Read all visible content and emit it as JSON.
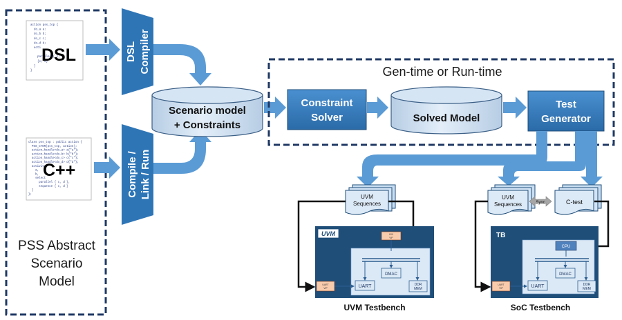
{
  "pss_label": [
    "PSS Abstract",
    "Scenario",
    "Model"
  ],
  "dsl": {
    "big_label": "DSL",
    "code": [
      "action pss_top {",
      "  do_a a;",
      "  do_b b;",
      "  do_c c;",
      "  do_d d;",
      "  acti",
      "",
      "    parallel { c; d;",
      "    {c; d}",
      "  }",
      "}"
    ]
  },
  "cpp": {
    "big_label": "C++",
    "code": [
      "class pss_top : public action {",
      "  PSS_CTOR(pss_top, action);",
      "  action_handle<do_a> a{\"a\"};",
      "  action_handle<do_b> b{\"b\"};",
      "  action_handle<do_c> c{\"c\"};",
      "  action_handle<do_d> d{\"d\"};",
      "  activity",
      "    a,",
      "    b,",
      "    select",
      "      parallel { c, d },",
      "      sequence { c, d }",
      "  }",
      "};"
    ]
  },
  "dsl_compiler": [
    "DSL",
    "Compiler"
  ],
  "compile_link": [
    "Compile /",
    "Link / Run"
  ],
  "scenario_model": [
    "Scenario model",
    "+ Constraints"
  ],
  "gen_time": "Gen-time or Run-time",
  "constraint_solver": [
    "Constraint",
    "Solver"
  ],
  "solved_model": "Solved Model",
  "test_generator": [
    "Test",
    "Generator"
  ],
  "uvm_sequences_left": [
    "UVM",
    "Sequences"
  ],
  "uvm_sequences_right": [
    "UVM",
    "Sequences"
  ],
  "sync_label": "Sync",
  "c_test": "C-test",
  "uvm_logo": "UVM",
  "tb_label": "TB",
  "uvm_tb": {
    "vip_top": [
      "XXX",
      "VIP"
    ],
    "uart_vip": [
      "UART",
      "VIP"
    ],
    "uart": "UART",
    "dmac": "DMAC",
    "ddr": [
      "DDR",
      "MEM"
    ],
    "caption": "UVM Testbench"
  },
  "soc_tb": {
    "cpu": "CPU",
    "uart_vip": [
      "UART",
      "VIP"
    ],
    "uart": "UART",
    "dmac": "DMAC",
    "ddr": [
      "DDR",
      "MEM"
    ],
    "caption": "SoC Testbench"
  },
  "colors": {
    "arrow": "#5b9bd5",
    "box_dark": "#2e75b6",
    "box_mid": "#3f86c8",
    "cyl_fill": "#dce9f6",
    "dash": "#1f3864",
    "tb_dark": "#1f4e79",
    "tb_inner": "#dbe8f5"
  }
}
